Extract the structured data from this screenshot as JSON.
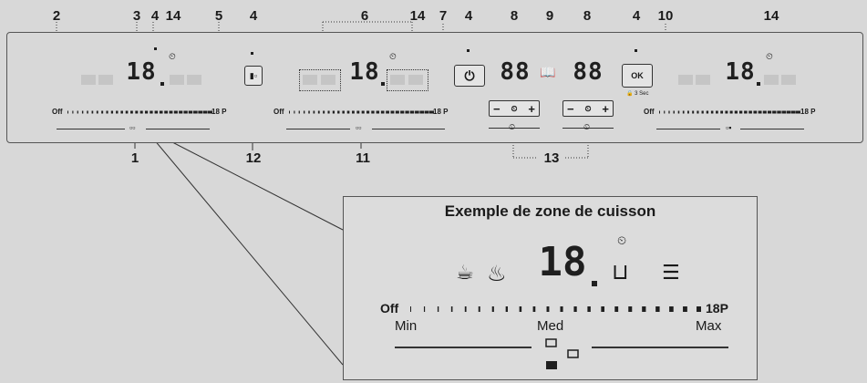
{
  "callouts": [
    {
      "id": "c2",
      "label": "2"
    },
    {
      "id": "c3",
      "label": "3"
    },
    {
      "id": "c4a",
      "label": "4"
    },
    {
      "id": "c14a",
      "label": "14"
    },
    {
      "id": "c5",
      "label": "5"
    },
    {
      "id": "c4b",
      "label": "4"
    },
    {
      "id": "c6",
      "label": "6"
    },
    {
      "id": "c14b",
      "label": "14"
    },
    {
      "id": "c7",
      "label": "7"
    },
    {
      "id": "c4c",
      "label": "4"
    },
    {
      "id": "c8a",
      "label": "8"
    },
    {
      "id": "c9",
      "label": "9"
    },
    {
      "id": "c8b",
      "label": "8"
    },
    {
      "id": "c4d",
      "label": "4"
    },
    {
      "id": "c10",
      "label": "10"
    },
    {
      "id": "c14c",
      "label": "14"
    },
    {
      "id": "c1",
      "label": "1"
    },
    {
      "id": "c12",
      "label": "12"
    },
    {
      "id": "c11",
      "label": "11"
    },
    {
      "id": "c13",
      "label": "13"
    }
  ],
  "panel": {
    "zone_power_display": "18",
    "timer_display": "88",
    "slider_off": "Off",
    "slider_max": "18 P",
    "ok_label": "OK",
    "lock_hint": "3 Sec"
  },
  "zoom": {
    "title": "Exemple de zone de cuisson",
    "display": "18",
    "slider_off": "Off",
    "slider_max": "18P",
    "min_label": "Min",
    "med_label": "Med",
    "max_label": "Max"
  },
  "colors": {
    "background": "#d8d8d8",
    "line": "#1a1a1a",
    "ghost": "#c5c5c5"
  }
}
